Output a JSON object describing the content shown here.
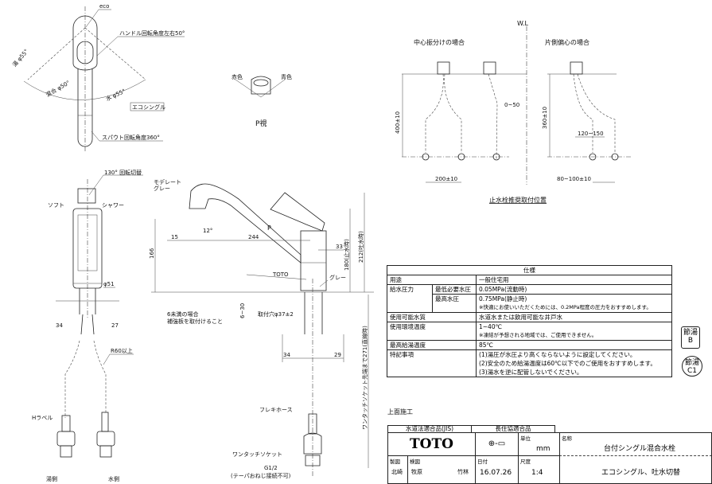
{
  "top_view": {
    "eco": "eco",
    "handle_rotation": "ハンドル回転角度左右50°",
    "hot_angle": "湯 φ55°",
    "mix_angle": "混合 φ50°",
    "cold_angle": "水 φ55°",
    "eco_single": "エコシングル",
    "spout_rotation": "スパウト回転角度360°"
  },
  "p_view": {
    "red": "赤色",
    "blue": "青色",
    "title": "P視"
  },
  "install_position": {
    "wl": "W.L",
    "center_case": "中心振分けの場合",
    "offset_case": "片側偏心の場合",
    "dim_400": "400±10",
    "dim_0_50": "0~50",
    "dim_360": "360±10",
    "dim_120_150": "120~150",
    "dim_200": "200±10",
    "dim_80_100": "80~100±10",
    "title": "止水栓推奨取付位置"
  },
  "front_view": {
    "switch": "130° 回転切替",
    "soft": "ソフト",
    "shower": "シャワー",
    "dia51": "φ51",
    "dim34": "34",
    "dim27": "27",
    "r60": "R60以上",
    "h_label": "Hラベル",
    "hot_side": "湯側",
    "cold_side": "水側"
  },
  "side_view": {
    "moderate1": "モデレート",
    "moderate2": "グレー",
    "angle12": "12°",
    "dim15": "15",
    "dim244": "244",
    "p": "P",
    "dim33": "33",
    "dim166": "166",
    "dim180": "180(止水時)",
    "dim212": "212(吐水時)",
    "toto": "TOTO",
    "gray": "グレー",
    "reinforce1": "6未満の場合",
    "reinforce2": "補強板を取付けること",
    "dim6_30": "6~30",
    "hole": "取付穴φ37±2",
    "dim34": "34",
    "dim29": "29",
    "socket_len": "ワンタッチソケット先端まで271(直線時)",
    "flex_hose": "フレキホース",
    "one_touch": "ワンタッチソケット",
    "g12": "G1/2",
    "taper": "(テーパおねじ接続不可)"
  },
  "spec": {
    "title": "仕様",
    "rows": {
      "use_label": "用途",
      "use_value": "一般住宅用",
      "pressure_label": "給水圧力",
      "min_label": "最低必要水圧",
      "min_value": "0.05MPa(流動時)",
      "max_label": "最高水圧",
      "max_value": "0.75MPa(静止時)",
      "pressure_note": "※快適にお使いいただくためには、0.2MPa程度の圧力をおすすめします。",
      "water_label": "使用可能水質",
      "water_value": "水道水または飲用可能な井戸水",
      "temp_label": "使用環境温度",
      "temp_value": "1~40℃",
      "temp_note": "※凍結が予想される地域では、ご使用できません。",
      "hot_label": "最高給湯温度",
      "hot_value": "85℃",
      "notes_label": "特記事項",
      "note1": "(1)湯圧が水圧より高くならないように設定してください。",
      "note2": "(2)安全のため給湯温度は60℃以下でのご使用をおすすめします。",
      "note3": "(3)湯水を逆に配管しないでください。"
    }
  },
  "badges": {
    "b_top": "節湯",
    "b_bottom": "B",
    "c_top": "節湯",
    "c_bottom": "C1"
  },
  "title_block": {
    "upper_install": "上面施工",
    "jis": "水道法適合品(JIS)",
    "long_life": "長住協適合品",
    "brand": "TOTO",
    "unit_label": "単位",
    "unit_value": "mm",
    "name_label": "名称",
    "name_value": "台付シングル混合水栓",
    "drawn_label": "製図",
    "drawn_value": "北崎",
    "checked_label": "検図",
    "checked_value1": "牧原",
    "checked_value2": "竹林",
    "date_label": "日付",
    "date_value": "16.07.26",
    "scale_label": "尺度",
    "scale_value": "1:4",
    "subtitle": "エコシングル、吐水切替"
  }
}
